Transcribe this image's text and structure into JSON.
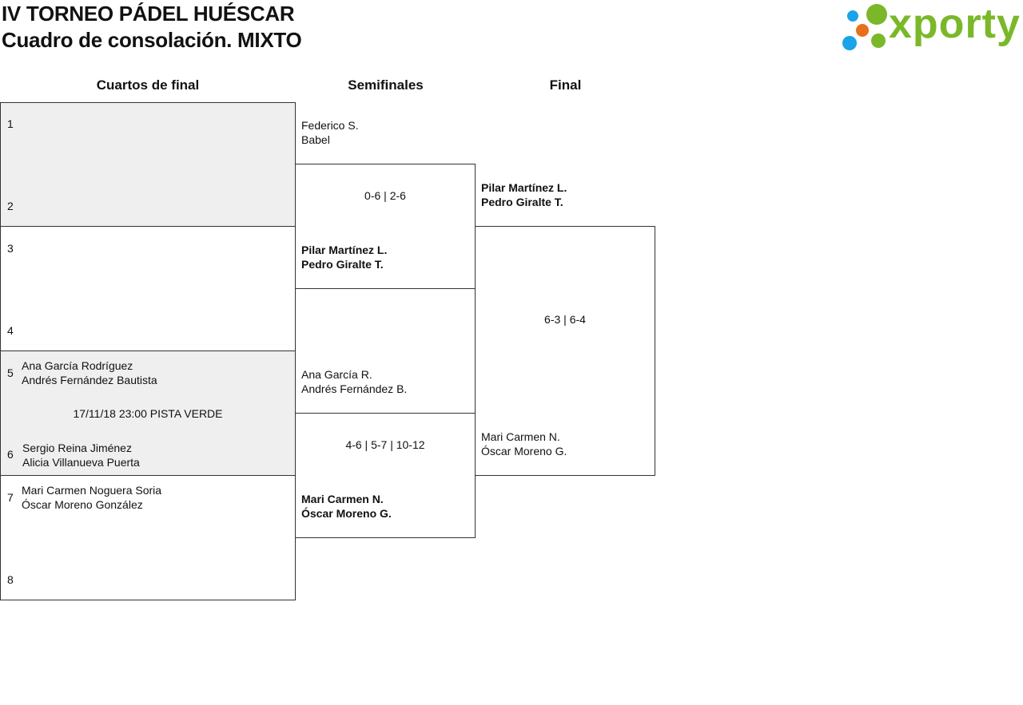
{
  "header": {
    "title_line1": "IV TORNEO PÁDEL HUÉSCAR",
    "title_line2": "Cuadro de consolación. MIXTO",
    "logo_text": "xporty"
  },
  "columns": {
    "quarterfinals": "Cuartos de final",
    "semifinals": "Semifinales",
    "final": "Final"
  },
  "quarterfinals": [
    {
      "seed_top": "1",
      "seed_bottom": "2",
      "team_top": [
        "",
        ""
      ],
      "team_bottom": [
        "",
        ""
      ],
      "info": ""
    },
    {
      "seed_top": "3",
      "seed_bottom": "4",
      "team_top": [
        "",
        ""
      ],
      "team_bottom": [
        "",
        ""
      ],
      "info": ""
    },
    {
      "seed_top": "5",
      "seed_bottom": "6",
      "team_top": [
        "Ana García Rodríguez",
        "Andrés Fernández Bautista"
      ],
      "team_bottom": [
        "Sergio Reina Jiménez",
        "Alicia Villanueva Puerta"
      ],
      "info": "17/11/18 23:00 PISTA VERDE"
    },
    {
      "seed_top": "7",
      "seed_bottom": "8",
      "team_top": [
        "Mari Carmen Noguera Soria",
        "Óscar Moreno González"
      ],
      "team_bottom": [
        "",
        ""
      ],
      "info": ""
    }
  ],
  "semifinals": [
    {
      "team_top": [
        "Federico S.",
        "Babel"
      ],
      "score": "0-6 | 2-6",
      "team_bottom": [
        "Pilar Martínez L.",
        "Pedro Giralte T."
      ]
    },
    {
      "team_top": [
        "Ana García R.",
        "Andrés Fernández B."
      ],
      "score": "4-6 | 5-7 | 10-12",
      "team_bottom": [
        "Mari Carmen N.",
        "Óscar Moreno G."
      ]
    }
  ],
  "final": {
    "team_top": [
      "Pilar Martínez L.",
      "Pedro Giralte T."
    ],
    "score": "6-3 | 6-4",
    "team_bottom": [
      "Mari Carmen N.",
      "Óscar Moreno G."
    ]
  },
  "colors": {
    "logo_green": "#7ab829",
    "logo_orange": "#e8701a",
    "logo_blue": "#1aa3e8",
    "shade": "#efefef"
  }
}
